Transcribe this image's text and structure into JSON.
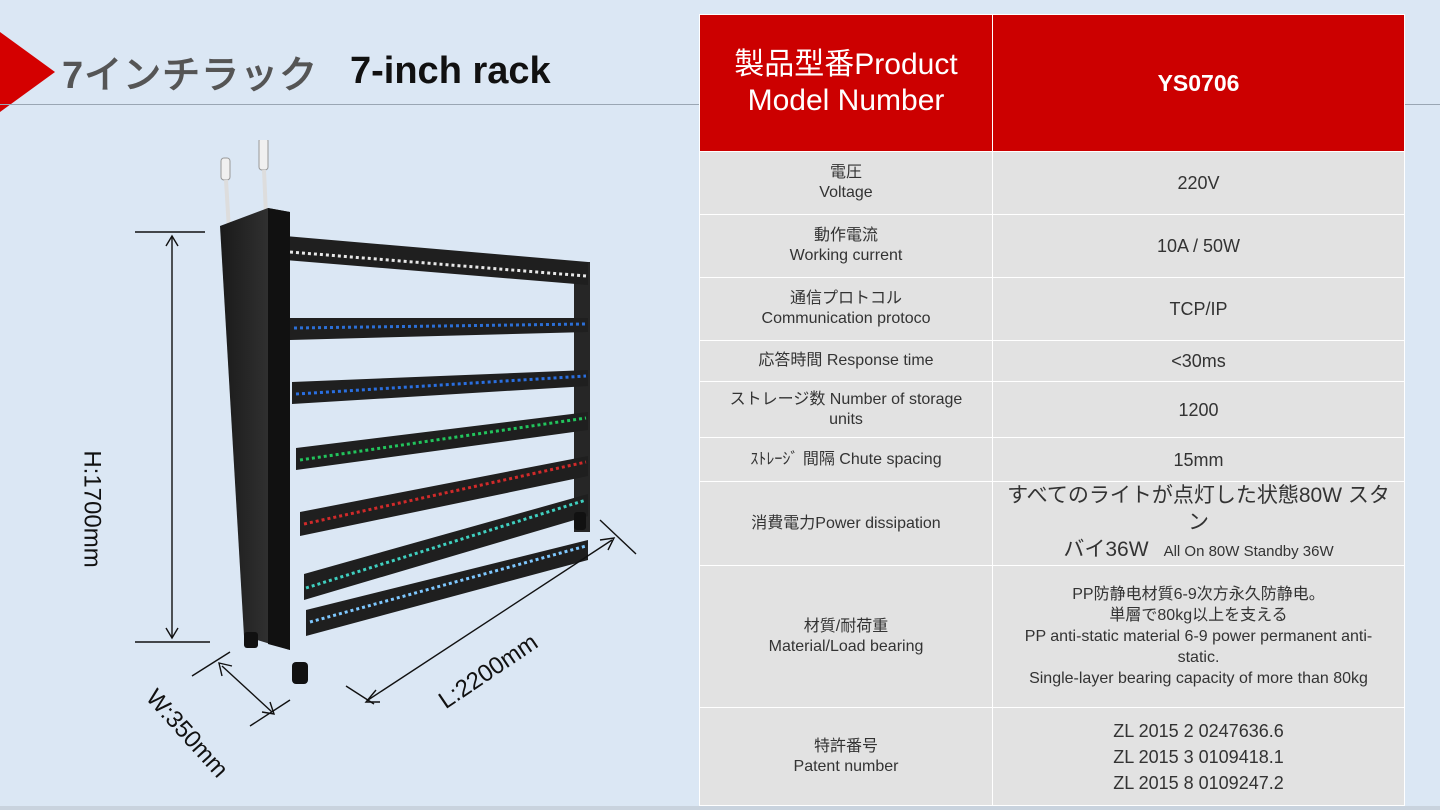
{
  "header": {
    "title_jp": "7インチラック",
    "title_en": "7-inch rack"
  },
  "dimensions": {
    "height": "H:1700mm",
    "length": "L:2200mm",
    "width": "W:350mm"
  },
  "table": {
    "header_label": [
      "製品型番Product",
      "Model Number"
    ],
    "header_value": "YS0706",
    "rows": [
      {
        "label": [
          "電圧",
          "Voltage"
        ],
        "value": [
          "220V"
        ]
      },
      {
        "label": [
          "動作電流",
          "Working current"
        ],
        "value": [
          "10A / 50W"
        ]
      },
      {
        "label": [
          "通信プロトコル",
          "Communication protoco"
        ],
        "value": [
          "TCP/IP"
        ]
      },
      {
        "label": [
          "応答時間 Response time"
        ],
        "value": [
          "<30ms"
        ]
      },
      {
        "label": [
          "ストレージ数 Number of storage",
          "units"
        ],
        "value": [
          "1200"
        ]
      },
      {
        "label": [
          "ｽﾄﾚｰｼﾞ 間隔 Chute spacing"
        ],
        "value": [
          "15mm"
        ]
      },
      {
        "label": [
          "消費電力Power dissipation"
        ],
        "value_big": [
          "すべてのライトが点灯した状態80W スタン",
          "バイ36W"
        ],
        "value_small": "All On 80W Standby 36W"
      },
      {
        "label": [
          "材質/耐荷重",
          "Material/Load bearing"
        ],
        "value": [
          "PP防静电材質6-9次方永久防静电。",
          "単層で80kg以上を支える",
          "PP anti-static material 6-9 power permanent anti-",
          "static.",
          "Single-layer bearing capacity of more than 80kg"
        ]
      },
      {
        "label": [
          "特許番号",
          "Patent number"
        ],
        "value": [
          "ZL 2015 2 0247636.6",
          "ZL 2015 3 0109418.1",
          "ZL 2015 8 0109247.2"
        ]
      }
    ]
  },
  "colors": {
    "accent_red": "#cc0000",
    "background": "#dbe7f4",
    "row_gray": "#e2e2e2"
  }
}
